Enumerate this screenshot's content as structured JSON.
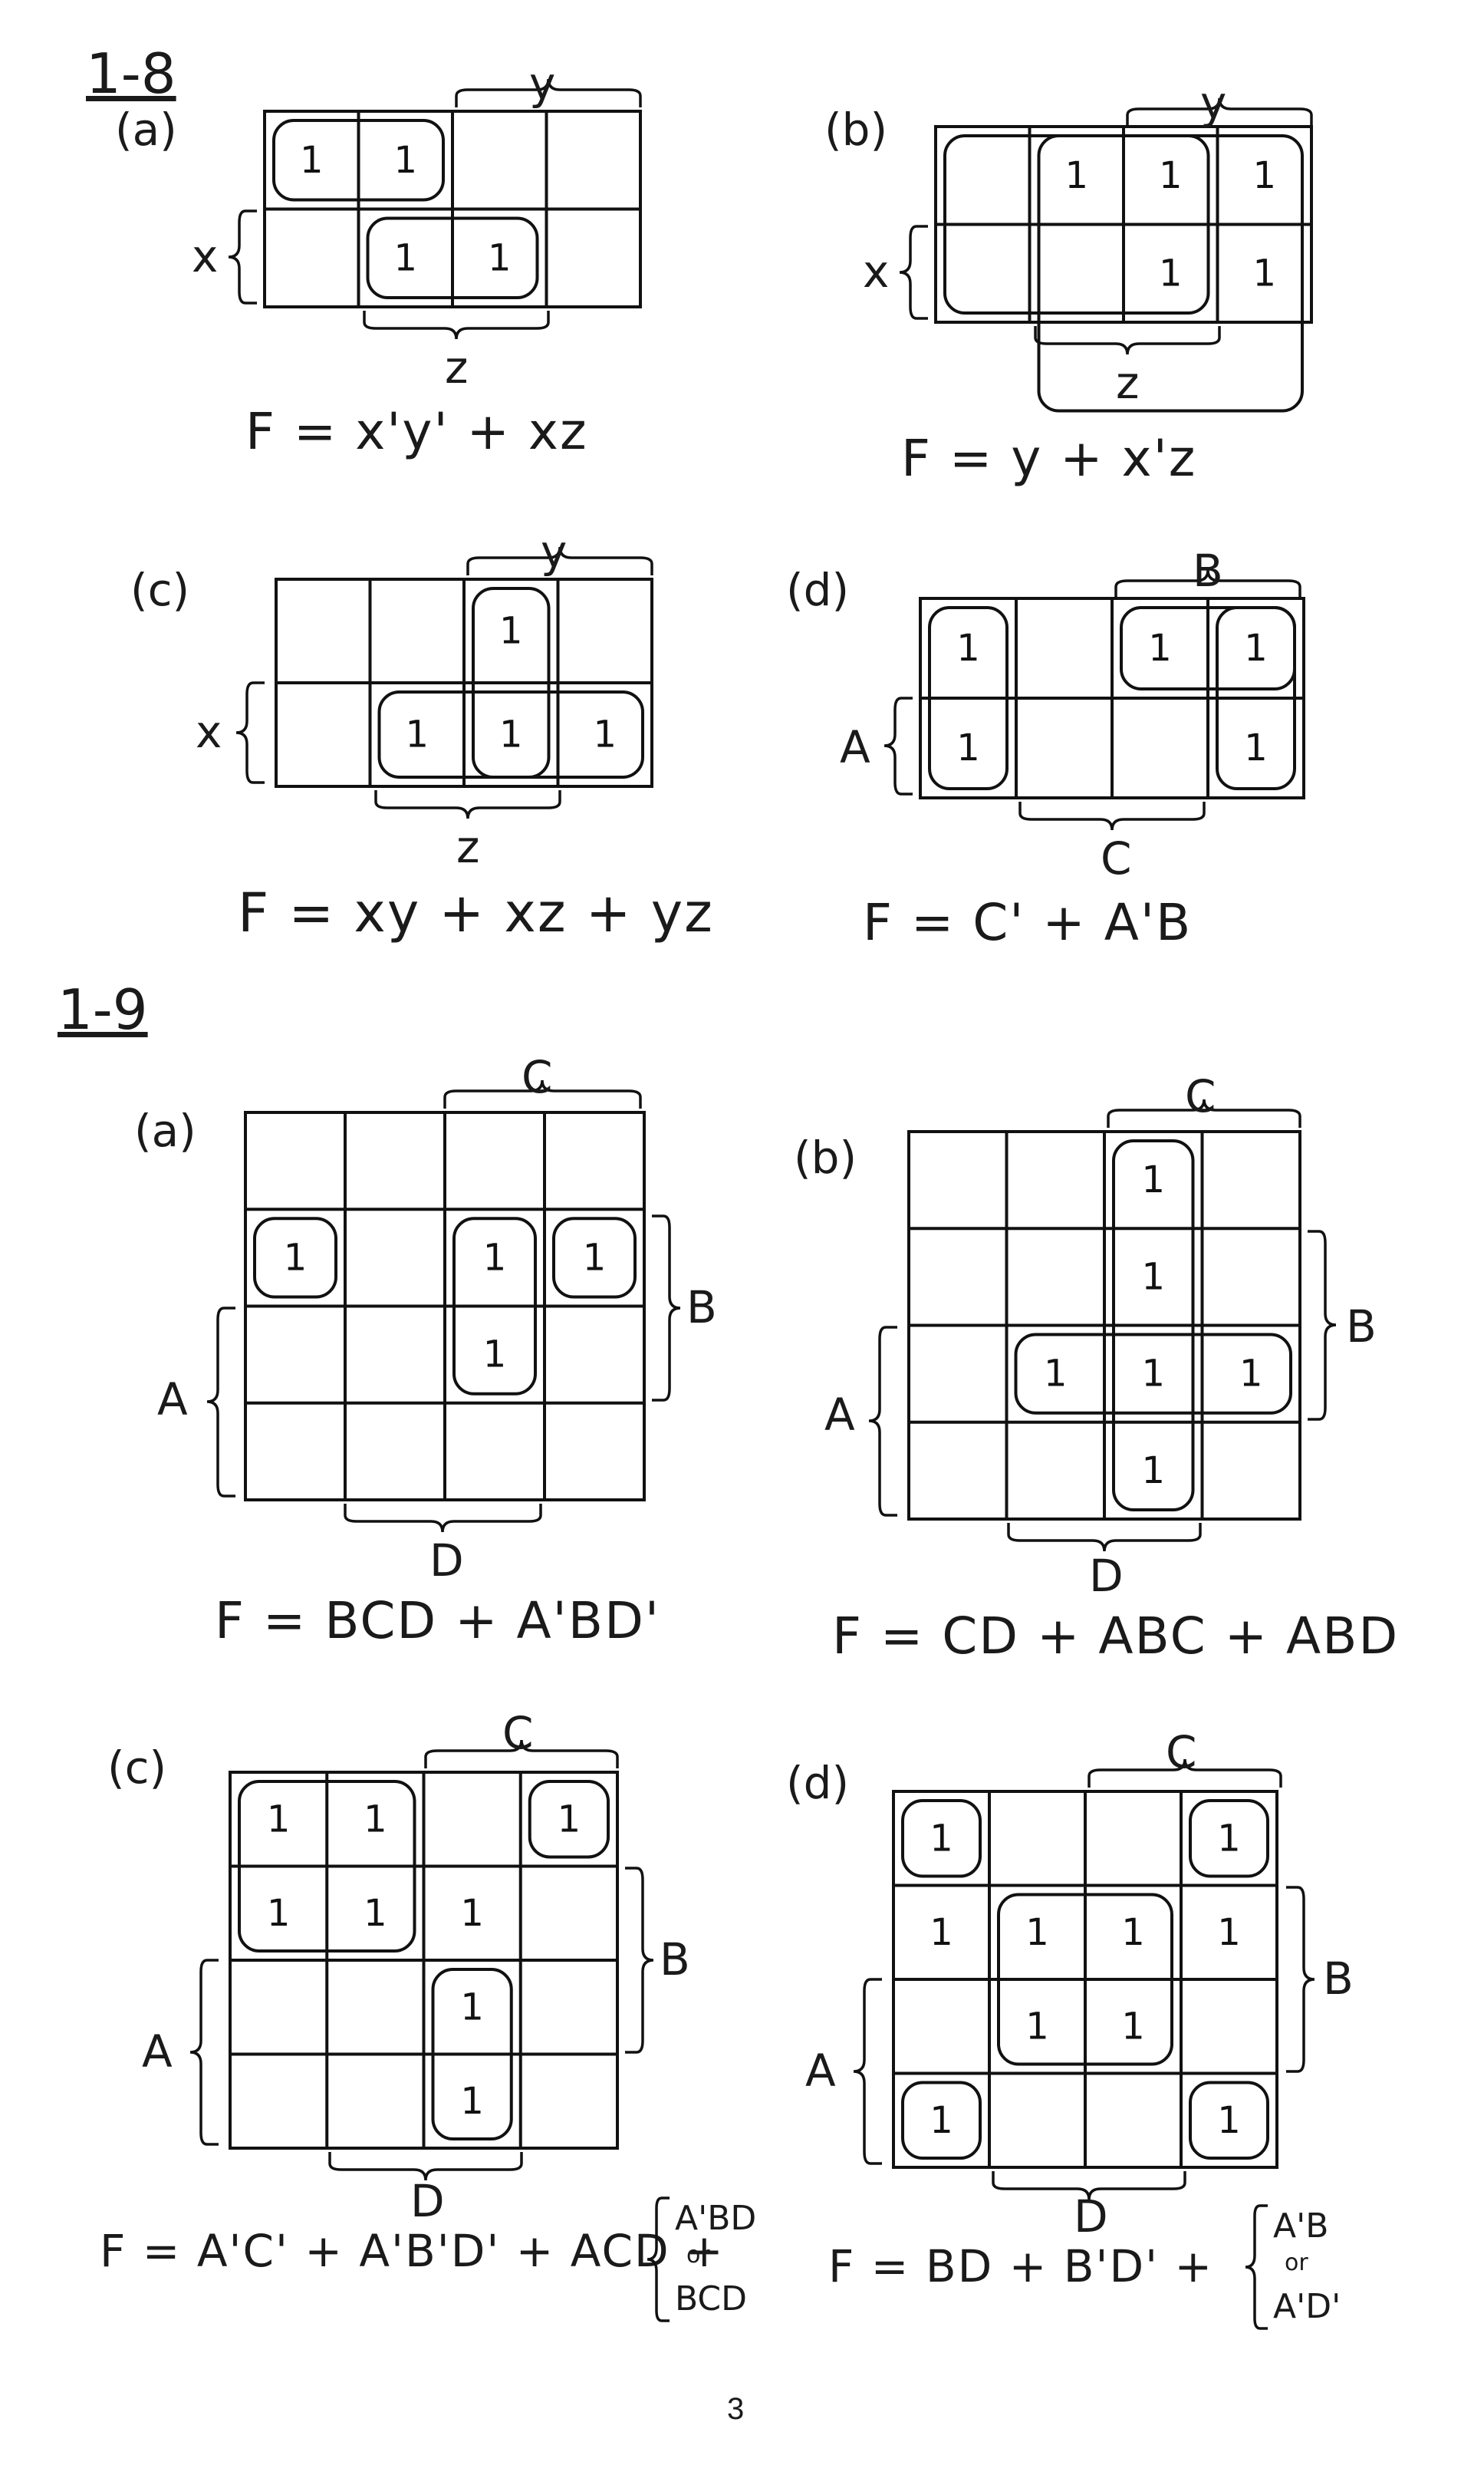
{
  "sections": {
    "s18": "1-8",
    "s19": "1-9"
  },
  "p18a": {
    "label": "(a)",
    "top_var": "y",
    "left_var": "x",
    "bottom_var": "z",
    "equation": "F = x'y' + xz"
  },
  "p18b": {
    "label": "(b)",
    "top_var": "y",
    "left_var": "x",
    "bottom_var": "z",
    "equation": "F = y + x'z"
  },
  "p18c": {
    "label": "(c)",
    "top_var": "y",
    "left_var": "x",
    "bottom_var": "z",
    "equation": "F = xy + xz + yz"
  },
  "p18d": {
    "label": "(d)",
    "top_var": "B",
    "left_var": "A",
    "bottom_var": "C",
    "equation": "F = C' + A'B"
  },
  "p19a": {
    "label": "(a)",
    "top_var": "C",
    "left_var": "A",
    "right_var": "B",
    "bottom_var": "D",
    "equation": "F = BCD + A'BD'"
  },
  "p19b": {
    "label": "(b)",
    "top_var": "C",
    "left_var": "A",
    "right_var": "B",
    "bottom_var": "D",
    "equation": "F = CD + ABC + ABD"
  },
  "p19c": {
    "label": "(c)",
    "top_var": "C",
    "left_var": "A",
    "right_var": "B",
    "bottom_var": "D",
    "equation": "F = A'C' + A'B'D' + ACD +",
    "alt1": "A'BD",
    "or": "or",
    "alt2": "BCD"
  },
  "p19d": {
    "label": "(d)",
    "top_var": "C",
    "left_var": "A",
    "right_var": "B",
    "bottom_var": "D",
    "equation": "F = BD + B'D' +",
    "alt1": "A'B",
    "or": "or",
    "alt2": "A'D'"
  },
  "kmaps": {
    "m18a": {
      "ones": [
        [
          0,
          0
        ],
        [
          0,
          1
        ],
        [
          1,
          1
        ],
        [
          1,
          2
        ]
      ]
    },
    "m18b": {
      "ones": [
        [
          0,
          1
        ],
        [
          0,
          2
        ],
        [
          0,
          3
        ],
        [
          1,
          2
        ],
        [
          1,
          3
        ]
      ]
    },
    "m18c": {
      "ones": [
        [
          0,
          2
        ],
        [
          1,
          1
        ],
        [
          1,
          2
        ],
        [
          1,
          3
        ]
      ]
    },
    "m18d": {
      "ones": [
        [
          0,
          0
        ],
        [
          1,
          0
        ],
        [
          0,
          2
        ],
        [
          0,
          3
        ],
        [
          1,
          3
        ]
      ]
    },
    "m19a": {
      "ones": [
        [
          1,
          0
        ],
        [
          1,
          2
        ],
        [
          1,
          3
        ],
        [
          2,
          2
        ]
      ]
    },
    "m19b": {
      "ones": [
        [
          0,
          2
        ],
        [
          1,
          2
        ],
        [
          2,
          1
        ],
        [
          2,
          2
        ],
        [
          2,
          3
        ],
        [
          3,
          2
        ]
      ]
    },
    "m19c": {
      "ones": [
        [
          0,
          0
        ],
        [
          0,
          1
        ],
        [
          0,
          3
        ],
        [
          1,
          0
        ],
        [
          1,
          1
        ],
        [
          1,
          2
        ],
        [
          2,
          2
        ],
        [
          3,
          2
        ]
      ]
    },
    "m19d": {
      "ones": [
        [
          0,
          0
        ],
        [
          0,
          3
        ],
        [
          1,
          0
        ],
        [
          1,
          1
        ],
        [
          1,
          2
        ],
        [
          1,
          3
        ],
        [
          2,
          1
        ],
        [
          2,
          2
        ],
        [
          3,
          0
        ],
        [
          3,
          3
        ]
      ]
    },
    "one_label": "1"
  },
  "footer": {
    "page_number": "3"
  }
}
